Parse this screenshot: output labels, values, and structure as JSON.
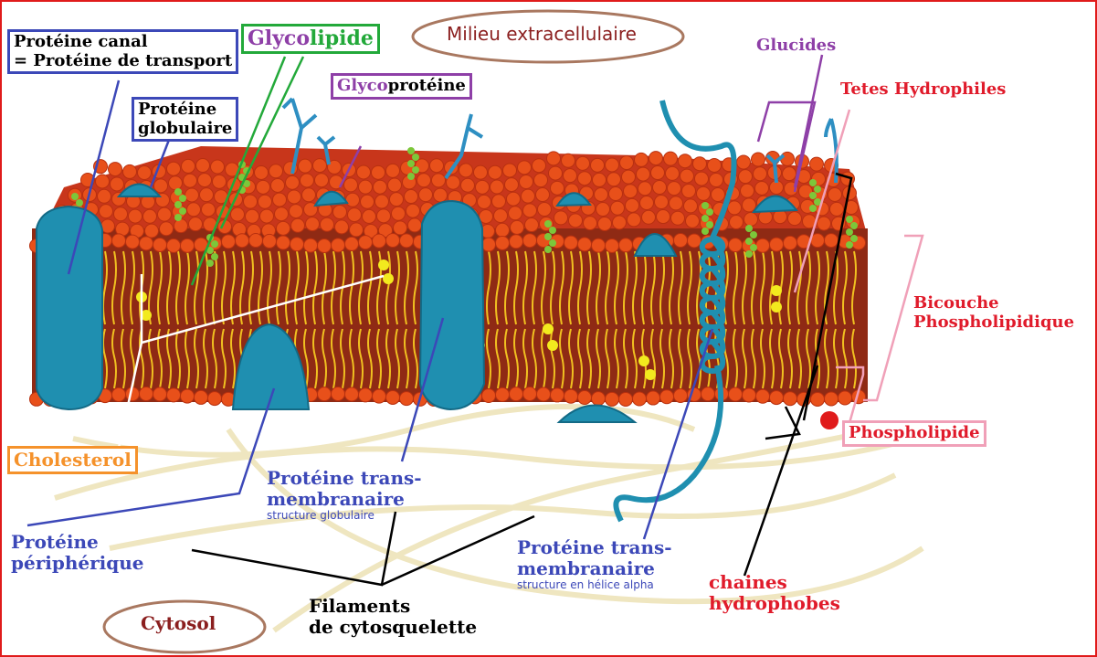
{
  "colors": {
    "frame": "#e01b1b",
    "protein": "#1f8fb0",
    "heads": "#e8501a",
    "tails": "#f0c020",
    "cholesterol": "#f2ea1e",
    "filaments": "#f2ecc8",
    "sugars": "#7cc73a",
    "blue_label": "#3c48b8",
    "purple_label": "#8e3fa7",
    "red_label": "#e01b2b",
    "pink": "#f0a0b8",
    "orange": "#f5922b",
    "brown": "#a97860",
    "green": "#23a93a"
  },
  "labels": {
    "proteine_canal_line1": "Protéine canal",
    "proteine_canal_line2": "= Protéine de transport",
    "glyco_prefix": "Glyco",
    "lipide_suffix": "lipide",
    "milieu_extracellulaire": "Milieu extracellulaire",
    "glucides": "Glucides",
    "tetes_hydrophiles": "Tetes Hydrophiles",
    "proteine_globulaire_line1": "Protéine",
    "proteine_globulaire_line2": "globulaire",
    "glycoproteine_prefix": "Glyco",
    "glycoproteine_suffix": "protéine",
    "bicouche_line1": "Bicouche",
    "bicouche_line2": "Phospholipidique",
    "phospholipide": "Phospholipide",
    "cholesterol": "Cholesterol",
    "proteine_trans1_line1": "Protéine trans-",
    "proteine_trans1_line2": "membranaire",
    "proteine_trans1_sub": "structure globulaire",
    "proteine_peripherique_line1": "Protéine",
    "proteine_peripherique_line2": "périphérique",
    "proteine_trans2_line1": "Protéine trans-",
    "proteine_trans2_line2": "membranaire",
    "proteine_trans2_sub": "structure en hélice alpha",
    "chaines_line1": "chaines",
    "chaines_line2": "hydrophobes",
    "filaments_line1": "Filaments",
    "filaments_line2": "de cytosquelette",
    "cytosol": "Cytosol"
  }
}
